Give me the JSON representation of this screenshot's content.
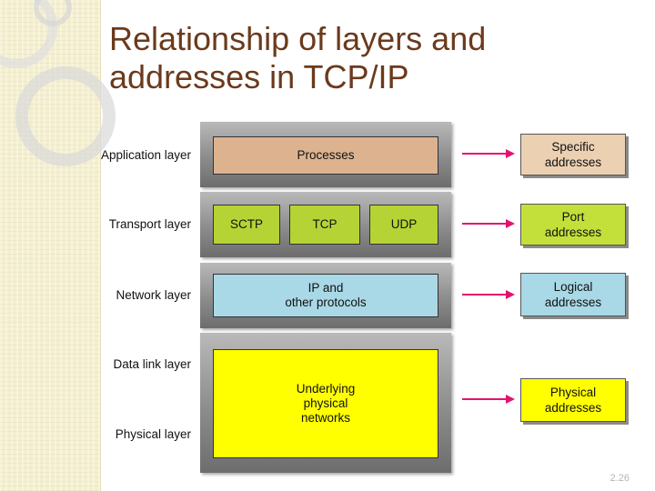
{
  "slide": {
    "title_line1": "Relationship of layers and",
    "title_line2": "addresses in TCP/IP",
    "page_number": "2.26"
  },
  "layers": {
    "application": "Application layer",
    "transport": "Transport layer",
    "network": "Network layer",
    "data_link": "Data link layer",
    "physical": "Physical layer"
  },
  "boxes": {
    "processes": "Processes",
    "sctp": "SCTP",
    "tcp": "TCP",
    "udp": "UDP",
    "ip": "IP and\nother protocols",
    "underlying": "Underlying\nphysical\nnetworks"
  },
  "addresses": {
    "specific": "Specific\naddresses",
    "port": "Port\naddresses",
    "logical": "Logical\naddresses",
    "physical": "Physical\naddresses"
  },
  "colors": {
    "title": "#6b3a1c",
    "processes": "#ddb38f",
    "transport": "#b5d334",
    "network": "#a9d8e6",
    "underlying": "#ffff00",
    "specific_addr": "#ecd0b2",
    "port_addr": "#c3e03a",
    "logical_addr": "#a9d8e6",
    "physical_addr": "#ffff00",
    "arrow": "#e2136f"
  }
}
